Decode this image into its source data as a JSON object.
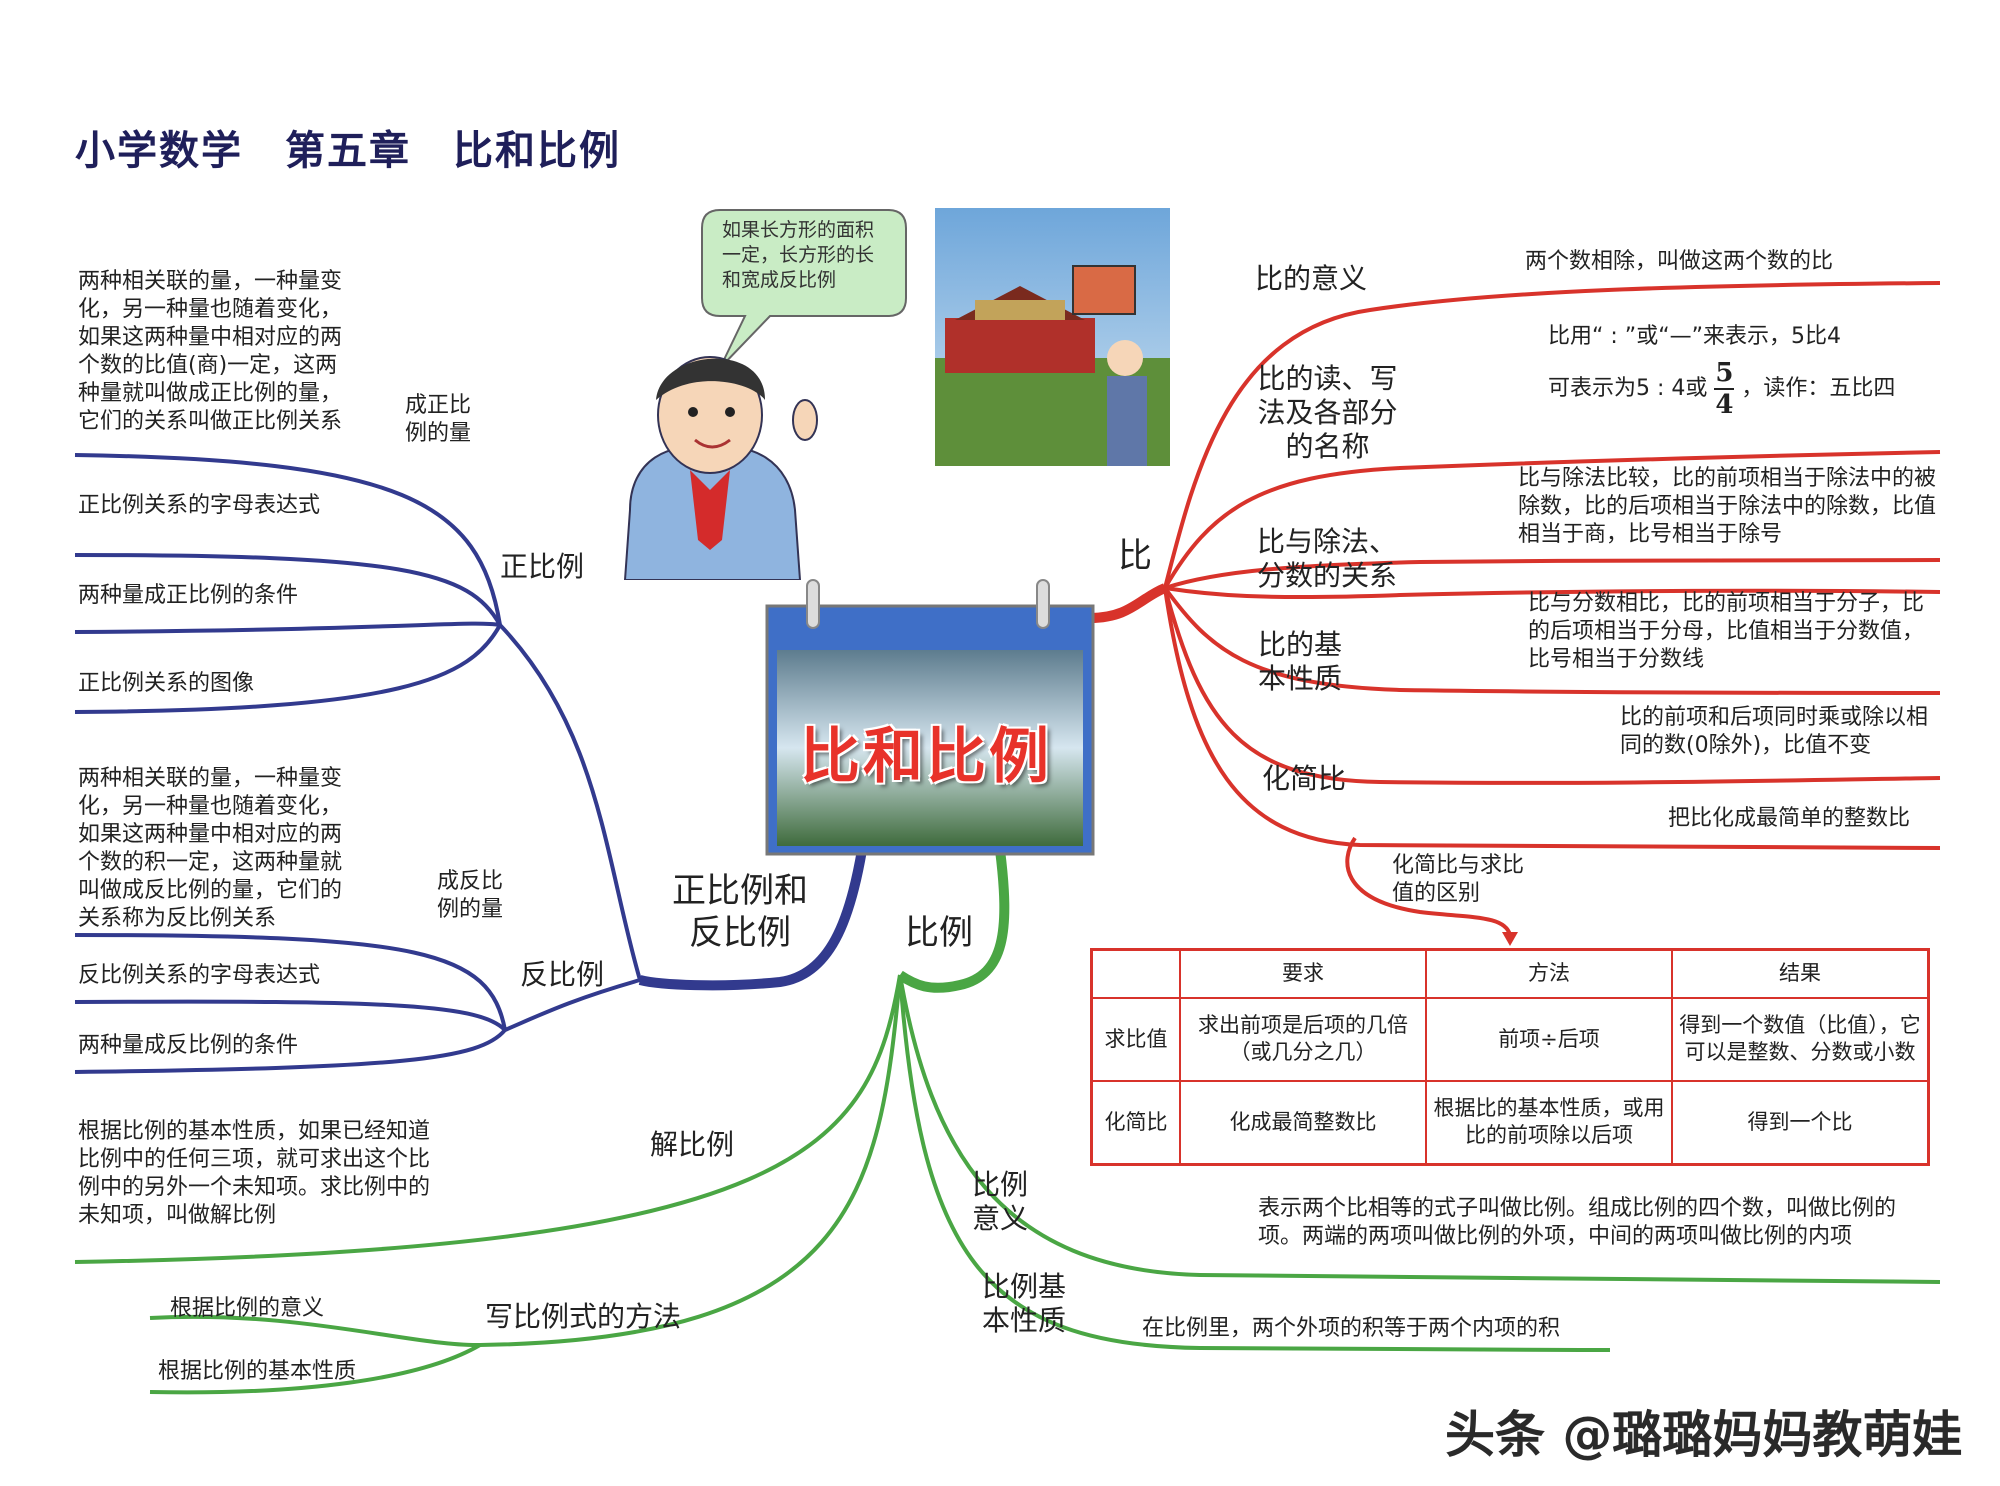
{
  "title": "小学数学　第五章　比和比例",
  "watermark": "头条 @璐璐妈妈教萌娃",
  "bubble": "如果长方形的面积一定，长方形的长和宽成反比例",
  "center_label": "比和比例",
  "colors": {
    "ratio": "#d8332b",
    "proportion": "#4aa644",
    "direct_inverse": "#323a8e",
    "title": "#1f1f5a"
  },
  "ratio": {
    "label": "比",
    "meaning_label": "比的意义",
    "meaning_text": "两个数相除，叫做这两个数的比",
    "rw_label": "比的读、写法及各部分的名称",
    "rw_text1": "比用“ : ”或“—”来表示，5比4",
    "rw_text2a": "可表示为5 : 4或",
    "rw_num": "5",
    "rw_den": "4",
    "rw_text2b": "，读作：五比四",
    "rel_label": "比与除法、分数的关系",
    "rel_div_text": "比与除法比较，比的前项相当于除法中的被除数，比的后项相当于除法中的除数，比值相当于商，比号相当于除号",
    "rel_frac_text": "比与分数相比，比的前项相当于分子，比的后项相当于分母，比值相当于分数值，比号相当于分数线",
    "prop_label": "比的基本性质",
    "prop_text": "比的前项和后项同时乘或除以相同的数(0除外)，比值不变",
    "simplify_label": "化简比",
    "simplify_text": "把比化成最简单的整数比",
    "diff_label": "化简比与求比值的区别"
  },
  "table": {
    "headers": [
      "",
      "要求",
      "方法",
      "结果"
    ],
    "rows": [
      [
        "求比值",
        "求出前项是后项的几倍（或几分之几）",
        "前项÷后项",
        "得到一个数值（比值），它可以是整数、分数或小数"
      ],
      [
        "化简比",
        "化成最简整数比",
        "根据比的基本性质，或用比的前项除以后项",
        "得到一个比"
      ]
    ]
  },
  "direct_inverse": {
    "label": "正比例和反比例",
    "direct": {
      "label": "正比例",
      "sub_label": "成正比例的量",
      "definition": "两种相关联的量，一种量变化，另一种量也随着变化，如果这两种量中相对应的两个数的比值(商)一定，这两种量就叫做成正比例的量，它们的关系叫做正比例关系",
      "items": [
        "正比例关系的字母表达式",
        "两种量成正比例的条件",
        "正比例关系的图像"
      ]
    },
    "inverse": {
      "label": "反比例",
      "sub_label": "成反比例的量",
      "definition": "两种相关联的量，一种量变化，另一种量也随着变化，如果这两种量中相对应的两个数的积一定，这两种量就叫做成反比例的量，它们的关系称为反比例关系",
      "items": [
        "反比例关系的字母表达式",
        "两种量成反比例的条件"
      ]
    }
  },
  "proportion": {
    "label": "比例",
    "solve_label": "解比例",
    "solve_text": "根据比例的基本性质，如果已经知道比例中的任何三项，就可求出这个比例中的另外一个未知项。求比例中的未知项，叫做解比例",
    "write_label": "写比例式的方法",
    "write_items": [
      "根据比例的意义",
      "根据比例的基本性质"
    ],
    "meaning_label": "比例意义",
    "meaning_text": "表示两个比相等的式子叫做比例。组成比例的四个数，叫做比例的项。两端的两项叫做比例的外项，中间的两项叫做比例的内项",
    "basic_label": "比例基本性质",
    "basic_text": "在比例里，两个外项的积等于两个内项的积"
  }
}
